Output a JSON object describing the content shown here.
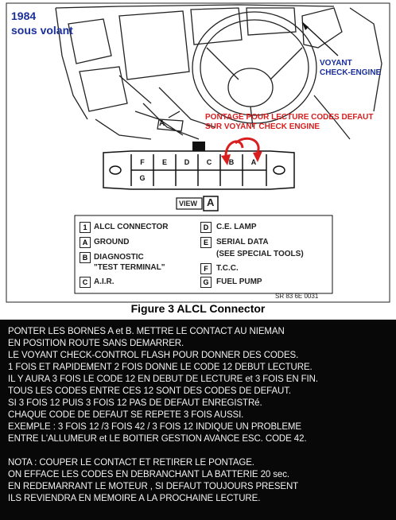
{
  "header": {
    "year": "1984",
    "location": "sous volant"
  },
  "callouts": {
    "voyant_line1": "VOYANT",
    "voyant_line2": "CHECK-ENGINE",
    "pontage_line1": "PONTAGE POUR LECTURE CODES DEFAUT",
    "pontage_line2": "SUR VOYANT CHECK ENGINE",
    "pointer_a": "A"
  },
  "connector": {
    "top_row_pins": [
      "F",
      "E",
      "D",
      "C",
      "B",
      "A"
    ],
    "bottom_row_pins": [
      "G"
    ],
    "view_word": "VIEW",
    "view_letter": "A"
  },
  "legend": [
    {
      "key": "1",
      "text": "ALCL CONNECTOR"
    },
    {
      "key": "A",
      "text": "GROUND"
    },
    {
      "key": "B",
      "text": "DIAGNOSTIC"
    },
    {
      "key": "",
      "text": "\"TEST TERMINAL\""
    },
    {
      "key": "C",
      "text": "A.I.R."
    },
    {
      "key": "D",
      "text": "C.E. LAMP"
    },
    {
      "key": "E",
      "text": "SERIAL DATA"
    },
    {
      "key": "",
      "text": "(SEE SPECIAL TOOLS)"
    },
    {
      "key": "F",
      "text": "T.C.C."
    },
    {
      "key": "G",
      "text": "FUEL PUMP"
    }
  ],
  "reference": "SR 83 6E 0031",
  "figure_caption": "Figure 3 ALCL Connector",
  "notes": [
    "PONTER LES BORNES A et B. METTRE LE CONTACT AU NIEMAN",
    "EN POSITION ROUTE SANS DEMARRER.",
    "LE VOYANT CHECK-CONTROL FLASH POUR DONNER DES CODES.",
    " 1 FOIS ET RAPIDEMENT 2 FOIS DONNE LE CODE 12 DEBUT LECTURE.",
    "IL Y AURA 3 FOIS LE CODE 12 EN DEBUT DE LECTURE et 3 FOIS EN FIN.",
    "TOUS LES CODES ENTRE CES 12 SONT DES CODES DE DEFAUT.",
    "SI 3 FOIS 12 PUIS 3 FOIS 12 PAS DE DEFAUT ENREGISTRé.",
    " CHAQUE CODE DE DEFAUT SE REPETE 3 FOIS AUSSI.",
    "EXEMPLE : 3 FOIS 12 /3 FOIS 42 / 3 FOIS 12 INDIQUE UN PROBLEME",
    "ENTRE L'ALLUMEUR et LE BOITIER GESTION AVANCE ESC. CODE 42.",
    "",
    "NOTA : COUPER LE    CONTACT ET RETIRER LE PONTAGE.",
    "ON EFFACE LES CODES EN DEBRANCHANT LA BATTERIE 20 sec.",
    "EN REDEMARRANT LE MOTEUR , SI DEFAUT TOUJOURS PRESENT",
    " ILS REVIENDRA EN MEMOIRE A LA PROCHAINE LECTURE."
  ],
  "colors": {
    "title_blue": "#1a2f9c",
    "callout_red": "#d81e1e",
    "notes_background": "#080808",
    "notes_text": "#f2f2f2"
  }
}
